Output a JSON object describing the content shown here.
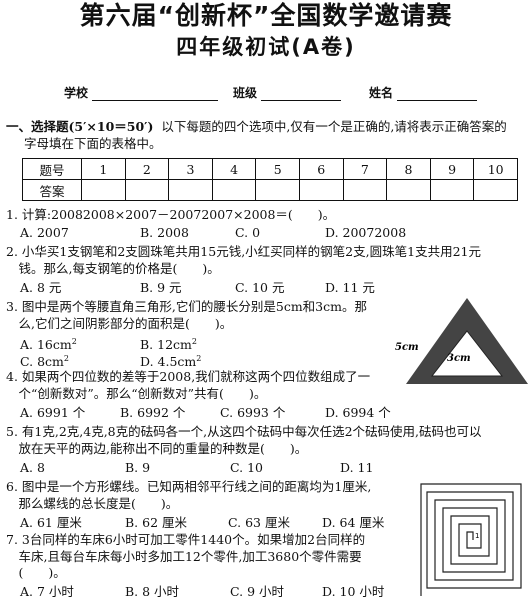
{
  "header": {
    "title": "第六届“创新杯”全国数学邀请赛",
    "subtitle": "四年级初试(A卷)"
  },
  "info": {
    "school": "学校",
    "class": "班级",
    "name": "姓名"
  },
  "section1": {
    "heading": "一、选择题(5′×10＝50′)",
    "intro": "以下每题的四个选项中,仅有一个是正确的,请将表示正确答案的",
    "intro2": "字母填在下面的表格中。"
  },
  "answer_table": {
    "row1_label": "题号",
    "row2_label": "答案",
    "numbers": [
      "1",
      "2",
      "3",
      "4",
      "5",
      "6",
      "7",
      "8",
      "9",
      "10"
    ]
  },
  "questions": [
    {
      "lines": [
        "1. 计算:20082008×2007－20072007×2008＝(　　)。"
      ],
      "options": [
        "A. 2007",
        "B. 2008",
        "C. 0",
        "D. 20072008"
      ]
    },
    {
      "lines": [
        "2. 小华买1支钢笔和2支圆珠笔共用15元钱,小红买同样的钢笔2支,圆珠笔1支共用21元",
        "　钱。那么,每支钢笔的价格是(　　)。"
      ],
      "options": [
        "A. 8 元",
        "B. 9 元",
        "C. 10 元",
        "D. 11 元"
      ]
    },
    {
      "lines": [
        "3. 图中是两个等腰直角三角形,它们的腰长分别是5cm和3cm。那",
        "　么,它们之间阴影部分的面积是(　　)。"
      ],
      "options": [
        "A. 16cm",
        "B. 12cm",
        "C. 8cm",
        "D. 4.5cm"
      ]
    },
    {
      "lines": [
        "4. 如果两个四位数的差等于2008,我们就称这两个四位数组成了一",
        "　个“创新数对”。那么“创新数对”共有(　　)。"
      ],
      "options": [
        "A. 6991 个",
        "B. 6992 个",
        "C. 6993 个",
        "D. 6994 个"
      ]
    },
    {
      "lines": [
        "5. 有1克,2克,4克,8克的砝码各一个,从这四个砝码中每次任选2个砝码使用,砝码也可以",
        "　放在天平的两边,能称出不同的重量的种数是(　　)。"
      ],
      "options": [
        "A. 8",
        "B. 9",
        "C. 10",
        "D. 11"
      ]
    },
    {
      "lines": [
        "6. 图中是一个方形螺线。已知两相邻平行线之间的距离均为1厘米,",
        "　那么螺线的总长度是(　　)。"
      ],
      "options": [
        "A. 61 厘米",
        "B. 62 厘米",
        "C. 63 厘米",
        "D. 64 厘米"
      ]
    },
    {
      "lines": [
        "7. 3台同样的车床6小时可加工零件1440个。如果增加2台同样的",
        "　车床,且每台车床每小时多加工12个零件,加工3680个零件需要",
        "　(　　)。"
      ],
      "options": [
        "A. 7 小时",
        "B. 8 小时",
        "C. 9 小时",
        "D. 10 小时"
      ]
    }
  ],
  "figure_triangle": {
    "label_outer": "5cm",
    "label_inner": "3cm",
    "fill": "#444444"
  },
  "figure_spiral": {
    "label": "1"
  },
  "superscript": "2"
}
